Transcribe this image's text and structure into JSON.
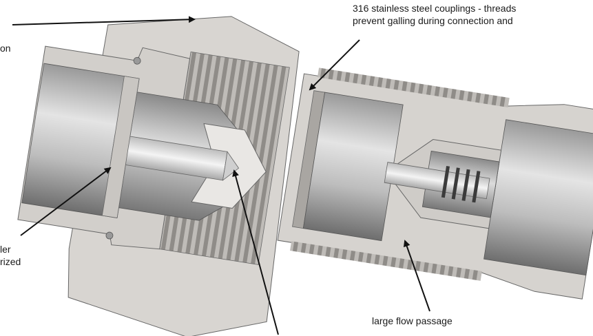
{
  "labels": {
    "top_left_fragment": "on",
    "top_right_line1": "316 stainless steel couplings - threads",
    "top_right_line2": "prevent galling during connection and",
    "mid_left_line1": "ler",
    "mid_left_line2": "rized",
    "bottom_right": "large flow passage"
  },
  "colors": {
    "body_metal": "#d6d3cf",
    "bore_dark": "#7f7f7f",
    "bore_light": "#e6e6e6",
    "poppet": "#efefef",
    "outline": "#555555",
    "arrow": "#111111"
  }
}
